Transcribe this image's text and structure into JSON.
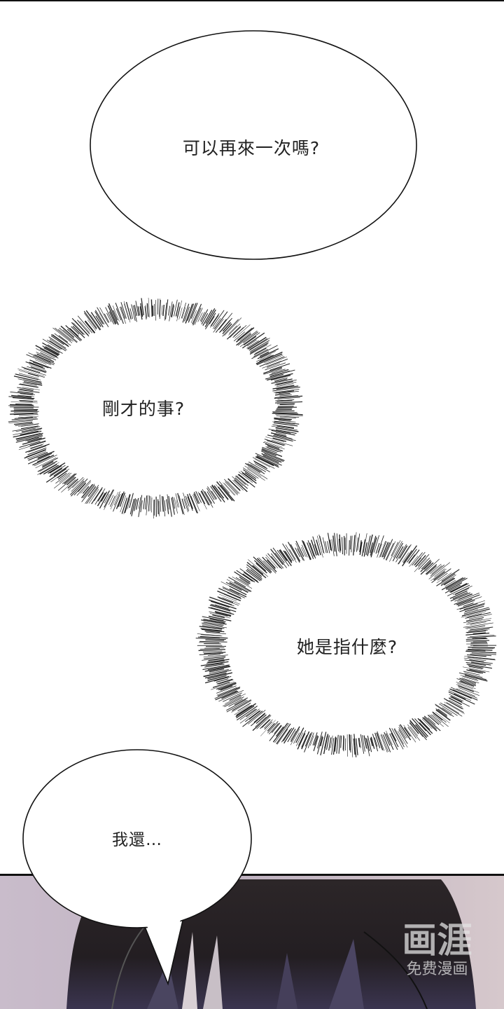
{
  "bubbles": [
    {
      "text": "可以再來一次嗎?",
      "style": "oval"
    },
    {
      "text": "剛才的事?",
      "style": "spiky"
    },
    {
      "text": "她是指什麼?",
      "style": "spiky"
    },
    {
      "text": "我還…",
      "style": "oval-with-tail"
    }
  ],
  "watermark": {
    "logo": "画涯",
    "subtitle": "免费漫画"
  },
  "colors": {
    "panel_bg": "#cbbfcc",
    "hair": "#2a2426",
    "ink": "#111111"
  }
}
